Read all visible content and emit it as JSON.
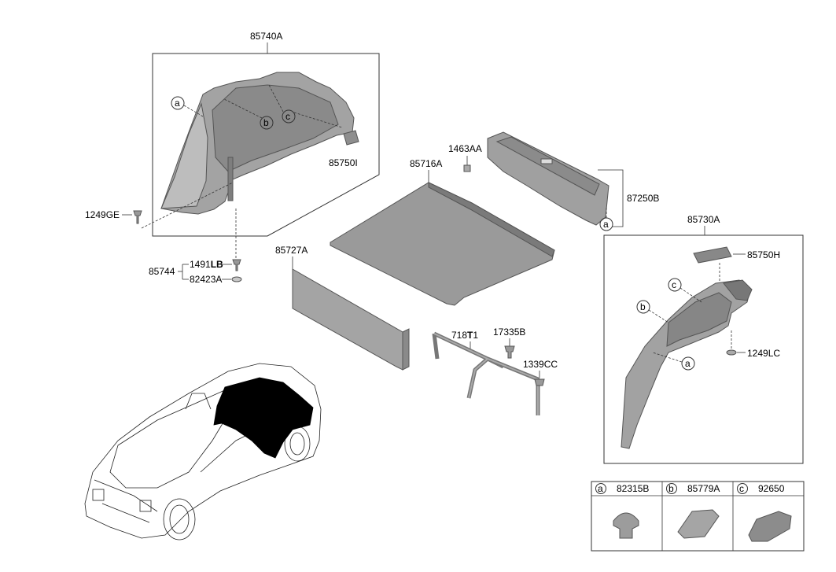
{
  "labels": {
    "p85740A": "85740A",
    "p85750I": "85750I",
    "p1249GE": "1249GE",
    "p85744": "85744",
    "p1491LB_a": "1491",
    "p1491LB_b": "LB",
    "p82423A": "82423A",
    "p85716A": "85716A",
    "p1463AA": "1463AA",
    "p87250B": "87250B",
    "p85727A": "85727A",
    "p718T1_a": "718",
    "p718T1_b": "T",
    "p718T1_c": "1",
    "p17335B": "17335B",
    "p1339CC": "1339CC",
    "p85730A": "85730A",
    "p85750H": "85750H",
    "p1249LC": "1249LC"
  },
  "callouts": {
    "a": "a",
    "b": "b",
    "c": "c"
  },
  "legend": [
    {
      "letter": "a",
      "part": "82315B"
    },
    {
      "letter": "b",
      "part": "85779A"
    },
    {
      "letter": "c",
      "part": "92650"
    }
  ],
  "colors": {
    "part_fill": "#9a9a9a",
    "part_dark": "#7e7e7e",
    "part_light": "#c4c4c4",
    "line": "#333333"
  }
}
